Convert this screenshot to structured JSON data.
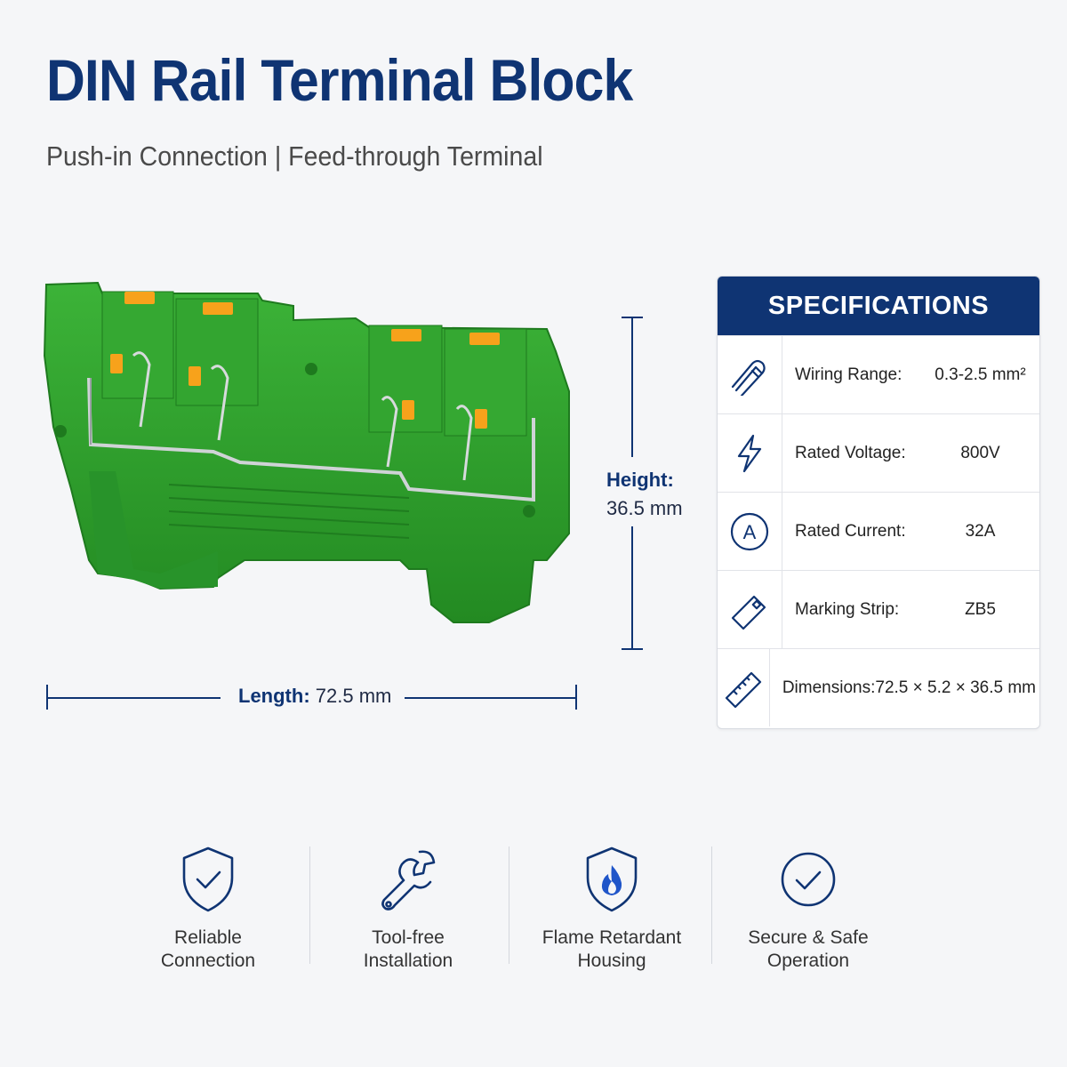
{
  "header": {
    "title": "DIN Rail Terminal Block",
    "subtitle": "Push-in Connection | Feed-through Terminal"
  },
  "dimensions": {
    "height_label": "Height:",
    "height_value": "36.5 mm",
    "length_label": "Length:",
    "length_value": "72.5 mm"
  },
  "specs": {
    "heading": "SPECIFICATIONS",
    "rows": [
      {
        "icon": "wire-ferrule-icon",
        "label": "Wiring Range:",
        "value": "0.3-2.5 mm²"
      },
      {
        "icon": "lightning-bolt-icon",
        "label": "Rated Voltage:",
        "value": "800V"
      },
      {
        "icon": "ampere-icon",
        "label": "Rated Current:",
        "value": "32A",
        "glyph": "A"
      },
      {
        "icon": "marking-tag-icon",
        "label": "Marking Strip:",
        "value": "ZB5"
      },
      {
        "icon": "ruler-icon",
        "label": "Dimensions:",
        "value": "72.5 × 5.2 × 36.5 mm"
      }
    ]
  },
  "features": [
    {
      "icon": "shield-check-icon",
      "line1": "Reliable",
      "line2": "Connection"
    },
    {
      "icon": "wrench-icon",
      "line1": "Tool-free",
      "line2": "Installation"
    },
    {
      "icon": "shield-flame-icon",
      "line1": "Flame Retardant",
      "line2": "Housing"
    },
    {
      "icon": "circle-check-icon",
      "line1": "Secure & Safe",
      "line2": "Operation"
    }
  ],
  "colors": {
    "brand_navy": "#0f3473",
    "housing_green": "#2f9e2b",
    "push_button_orange": "#f7a21b",
    "background": "#f5f6f8"
  }
}
